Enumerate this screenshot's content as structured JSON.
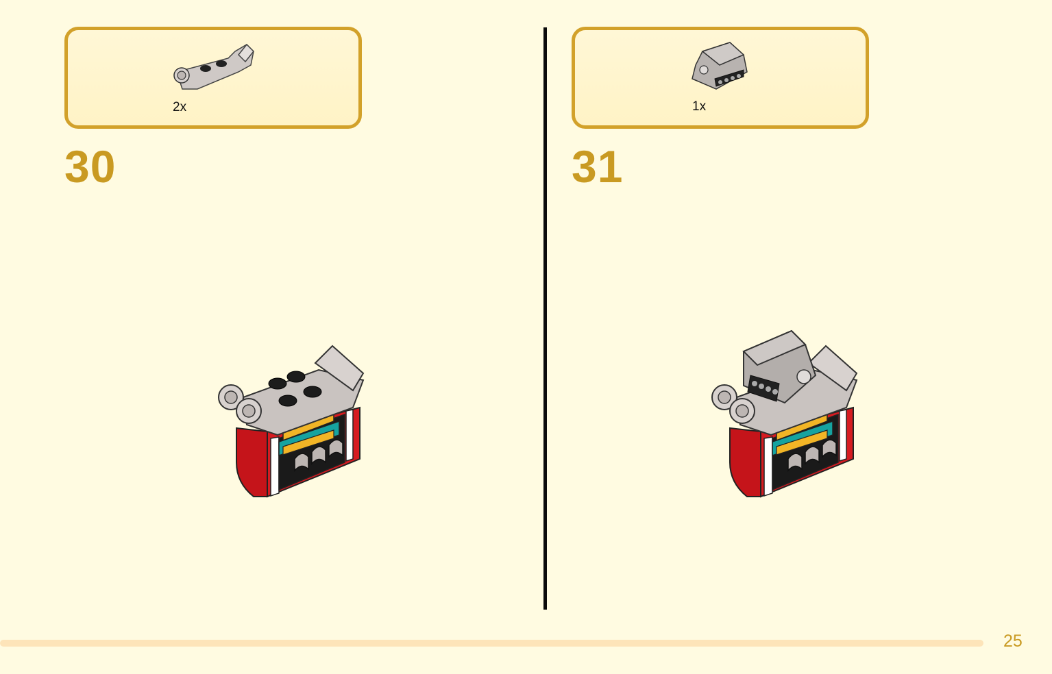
{
  "steps": [
    {
      "number": "30",
      "parts": [
        {
          "quantity": "2x",
          "icon": "grey-bracket-plate-with-pin-icon"
        }
      ],
      "model": "step-30-model-illustration"
    },
    {
      "number": "31",
      "parts": [
        {
          "quantity": "1x",
          "icon": "grey-curved-slope-with-grille-icon"
        }
      ],
      "model": "step-31-model-illustration"
    }
  ],
  "page": {
    "number": "25"
  },
  "colors": {
    "accent": "#c99a22",
    "box_border": "#d2a12a",
    "background": "#fffbe1",
    "progress": "#fde4b9"
  }
}
